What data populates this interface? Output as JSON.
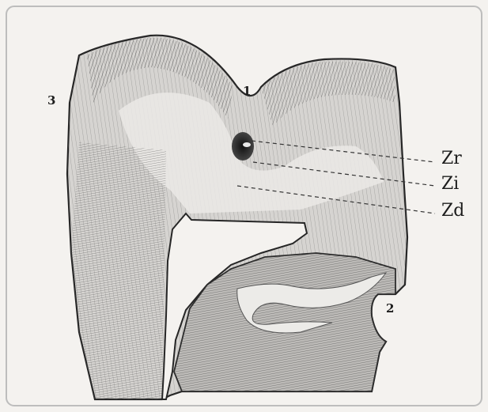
{
  "figure": {
    "labels": {
      "crown_notch": "1",
      "root_notch": "2",
      "left_side": "3",
      "zr": "Zr",
      "zi": "Zi",
      "zd": "Zd"
    },
    "colors": {
      "paper": "#f4f2ef",
      "ink": "#2a2a2a",
      "mid_gray": "#9a9a9a",
      "light_gray": "#cfcfcf"
    }
  }
}
